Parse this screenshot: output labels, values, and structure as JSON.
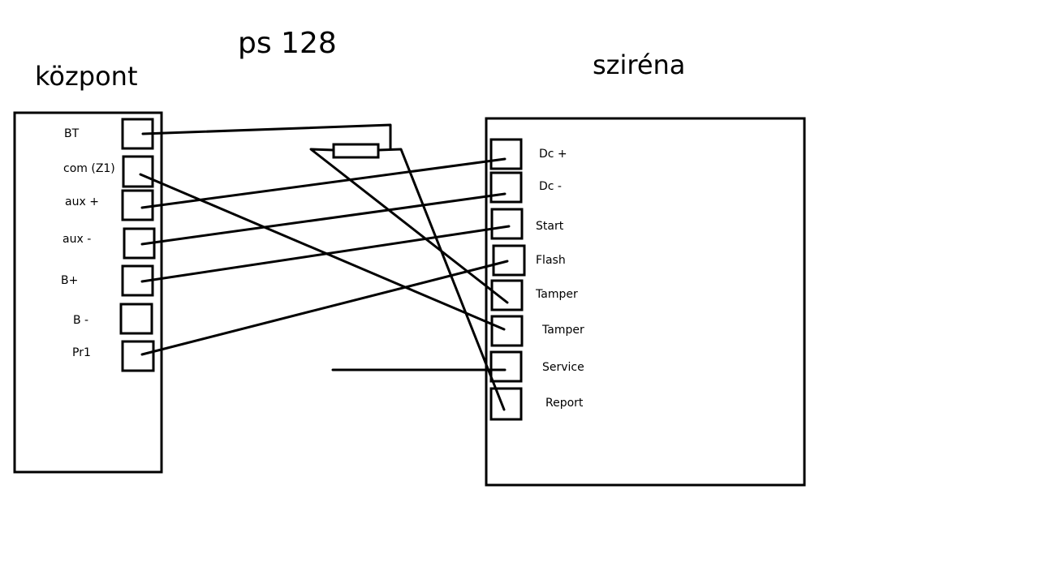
{
  "title": "ps 128",
  "left_box": {
    "heading": "központ",
    "terminals": [
      "BT",
      "com (Z1)",
      "aux +",
      "aux -",
      "B+",
      "B -",
      "Pr1"
    ]
  },
  "right_box": {
    "heading": "sziréna",
    "terminals": [
      "Dc +",
      "Dc -",
      "Start",
      "Flash",
      "Tamper",
      "Tamper",
      "Service",
      "Report"
    ]
  }
}
